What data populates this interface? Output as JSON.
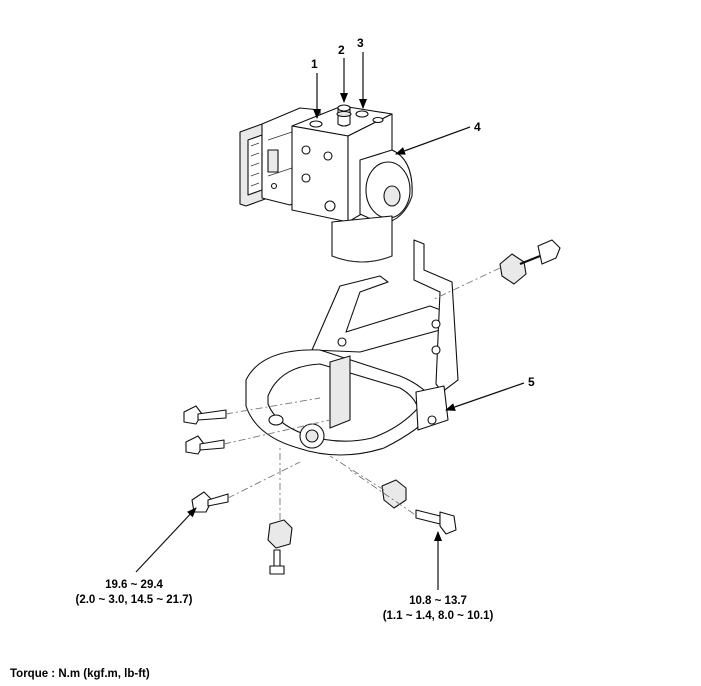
{
  "callouts": [
    {
      "num": "1"
    },
    {
      "num": "2"
    },
    {
      "num": "3"
    },
    {
      "num": "4"
    },
    {
      "num": "5"
    }
  ],
  "torque_left": {
    "range": "19.6 ~ 29.4",
    "detail": "(2.0 ~ 3.0, 14.5 ~ 21.7)"
  },
  "torque_right": {
    "range": "10.8 ~ 13.7",
    "detail": "(1.1 ~ 1.4, 8.0 ~ 10.1)"
  },
  "torque_unit": "Torque : N.m (kgf.m, lb-ft)"
}
